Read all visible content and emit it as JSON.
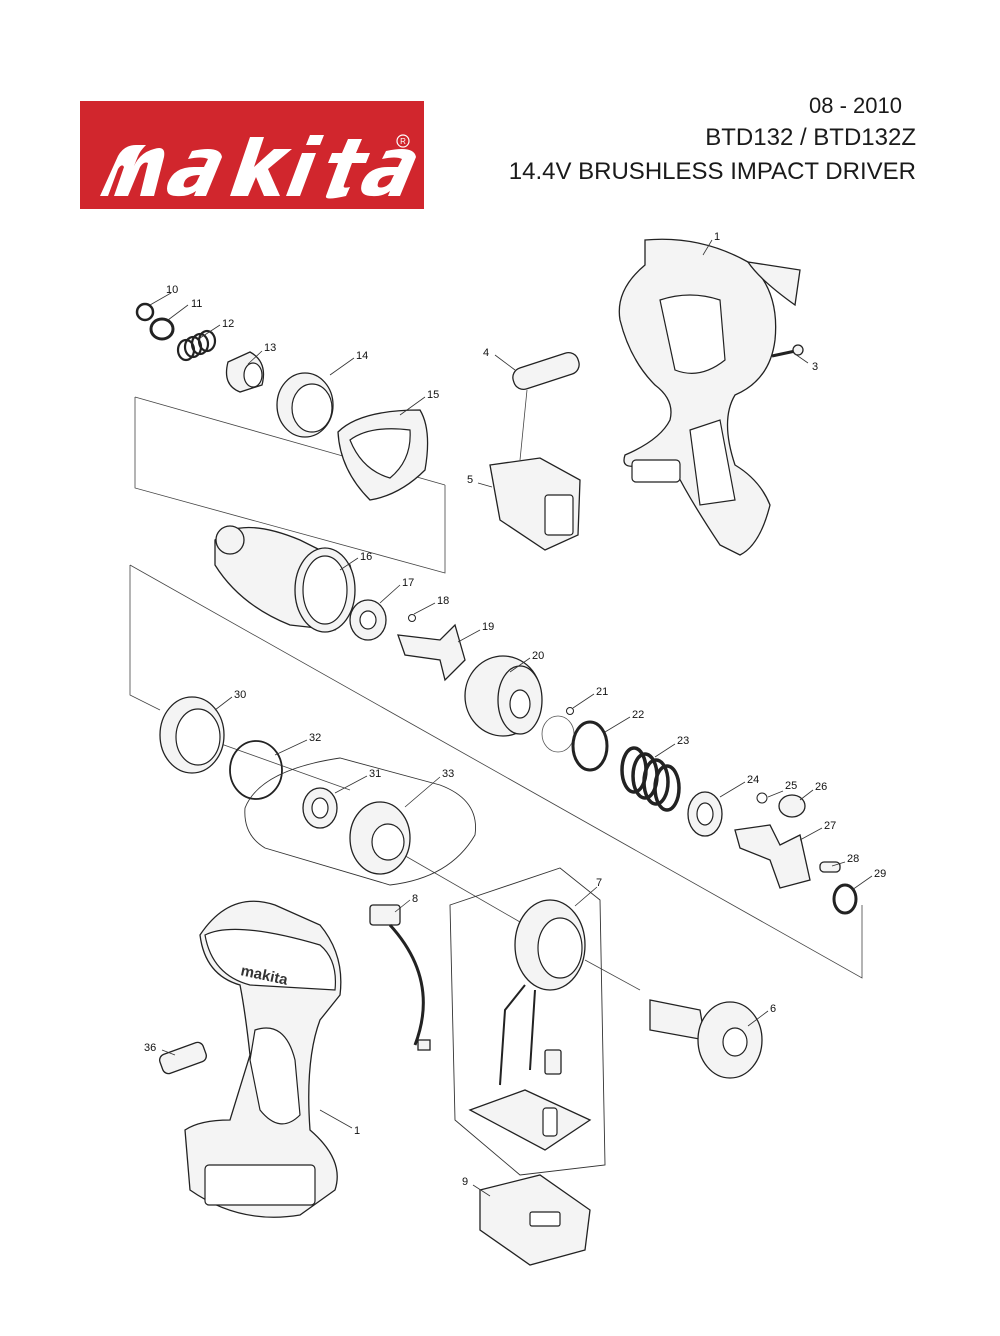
{
  "brand": {
    "logo_text": "makita",
    "registered_mark": "R"
  },
  "header": {
    "date": "08 - 2010",
    "model": "BTD132 / BTD132Z",
    "description": "14.4V BRUSHLESS IMPACT DRIVER"
  },
  "callouts": {
    "p1a": "1",
    "p1b": "1",
    "p3": "3",
    "p4": "4",
    "p5": "5",
    "p6": "6",
    "p7": "7",
    "p8": "8",
    "p9": "9",
    "p10": "10",
    "p11": "11",
    "p12": "12",
    "p13": "13",
    "p14": "14",
    "p15": "15",
    "p16": "16",
    "p17": "17",
    "p18": "18",
    "p19": "19",
    "p20": "20",
    "p21": "21",
    "p22": "22",
    "p23": "23",
    "p24": "24",
    "p25": "25",
    "p26": "26",
    "p27": "27",
    "p28": "28",
    "p29": "29",
    "p30": "30",
    "p31": "31",
    "p32": "32",
    "p33": "33",
    "p36": "36"
  }
}
